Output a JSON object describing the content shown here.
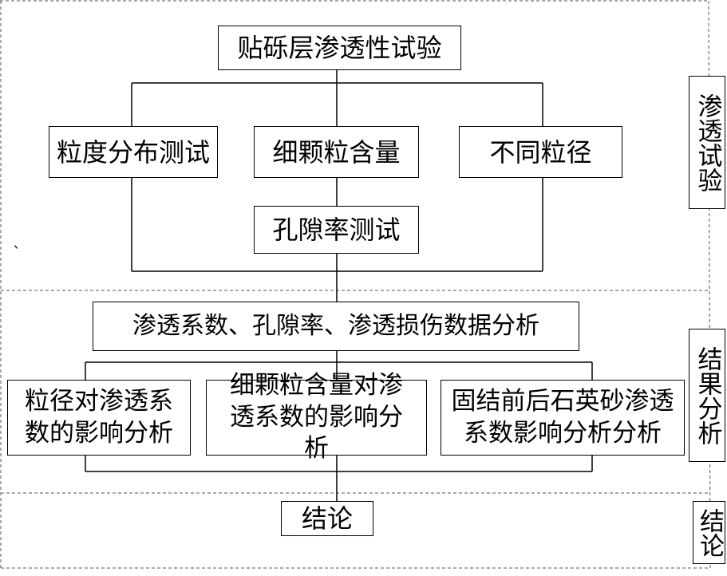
{
  "sections": {
    "seepage_test": "渗透试验",
    "result_analysis": "结果分析",
    "conclusion": "结论"
  },
  "boxes": {
    "top": "贴砾层渗透性试验",
    "grain_size_distribution": "粒度分布测试",
    "fine_particle_content": "细颗粒含量",
    "different_grain_size": "不同粒径",
    "porosity_test": "孔隙率测试",
    "data_analysis": "渗透系数、孔隙率、渗透损伤数据分析",
    "grain_size_effect": "粒径对渗透系数的影响分析",
    "fine_content_effect": "细颗粒含量对渗透系数的影响分析",
    "quartz_sand_effect": "固结前后石英砂渗透系数影响分析分析",
    "conclusion_box": "结论"
  },
  "marks": {
    "stray_mark": "`"
  }
}
